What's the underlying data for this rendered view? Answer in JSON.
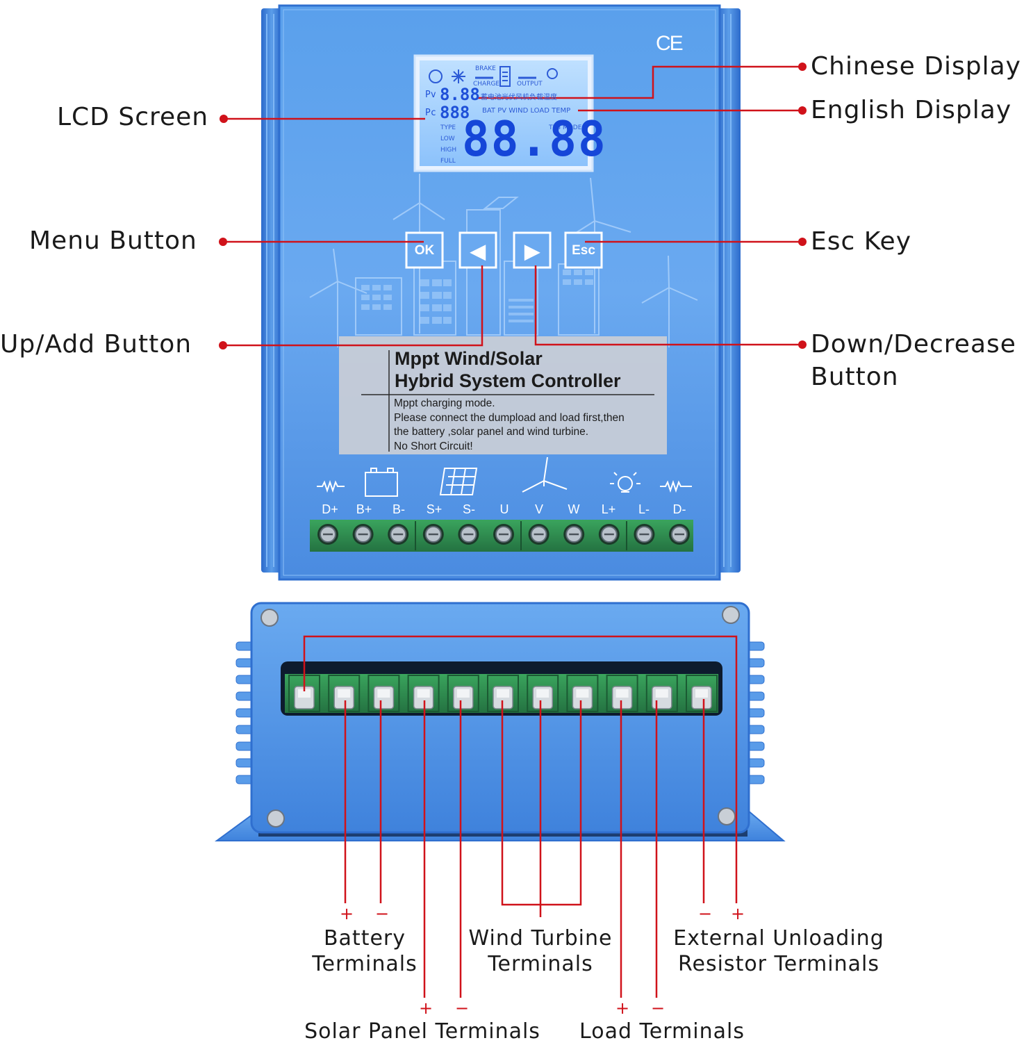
{
  "callouts": {
    "lcd_screen": "LCD Screen",
    "chinese_display": "Chinese Display",
    "english_display": "English Display",
    "menu_button": "Menu Button",
    "esc_key": "Esc Key",
    "up_add_button": "Up/Add Button",
    "down_decrease_button_line1": "Down/Decrease",
    "down_decrease_button_line2": "Button"
  },
  "device": {
    "ce_mark": "CE",
    "lcd": {
      "pv_label": "Pv",
      "pc_label": "Pc",
      "pv_digits": "8.88",
      "pc_digits": "888",
      "big_digits": "88.88",
      "chinese_row": "蓄电池光伏风机负载温度",
      "english_row": "BAT PV WIND LOAD TEMP",
      "top_labels": [
        "BRAKE",
        "CHARGE",
        "OUTPUT"
      ],
      "side_left": [
        "TYPE",
        "LOW",
        "HIGH",
        "FULL"
      ],
      "side_right": [
        "TPB MODE"
      ]
    },
    "buttons": {
      "ok": "OK",
      "left_arrow": "◀",
      "right_arrow": "▶",
      "esc": "Esc"
    },
    "panel_title_line1": "Mppt Wind/Solar",
    "panel_title_line2": "Hybrid System Controller",
    "panel_notes": [
      "Mppt charging mode.",
      "Please connect the dumpload and load first,then",
      "the battery ,solar panel and wind turbine.",
      "No Short Circuit!"
    ],
    "terminal_labels": [
      "D+",
      "B+",
      "B-",
      "S+",
      "S-",
      "U",
      "V",
      "W",
      "L+",
      "L-",
      "D-"
    ],
    "icons": [
      "dump-resistor-icon",
      "battery-icon",
      "solar-panel-icon",
      "wind-turbine-icon",
      "lamp-icon",
      "dump-resistor-icon"
    ]
  },
  "bottom_labels": {
    "battery": [
      "Battery",
      "Terminals"
    ],
    "wind": [
      "Wind Turbine",
      "Terminals"
    ],
    "external": [
      "External Unloading",
      "Resistor Terminals"
    ],
    "solar": "Solar Panel Terminals",
    "load": "Load Terminals",
    "plus": "+",
    "minus": "−"
  },
  "colors": {
    "body_blue": "#4f93e6",
    "body_edge": "#2f6fcf",
    "terminal_green": "#2f8a4e",
    "callout_red": "#d0121a",
    "lcd_bg": "#a9d2ff"
  }
}
